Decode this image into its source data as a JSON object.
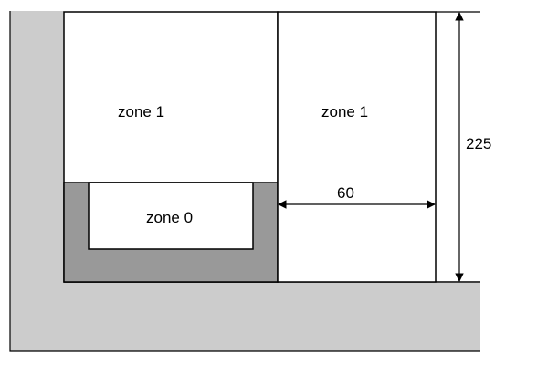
{
  "zones": {
    "left_upper_label": "zone 1",
    "right_upper_label": "zone 1",
    "inner_label": "zone 0"
  },
  "dimensions": {
    "width_label": "60",
    "height_label": "225"
  },
  "colors": {
    "ground": "#cccccc",
    "wall_section": "#999999",
    "zone_fill": "#ffffff",
    "outline": "#000000"
  }
}
